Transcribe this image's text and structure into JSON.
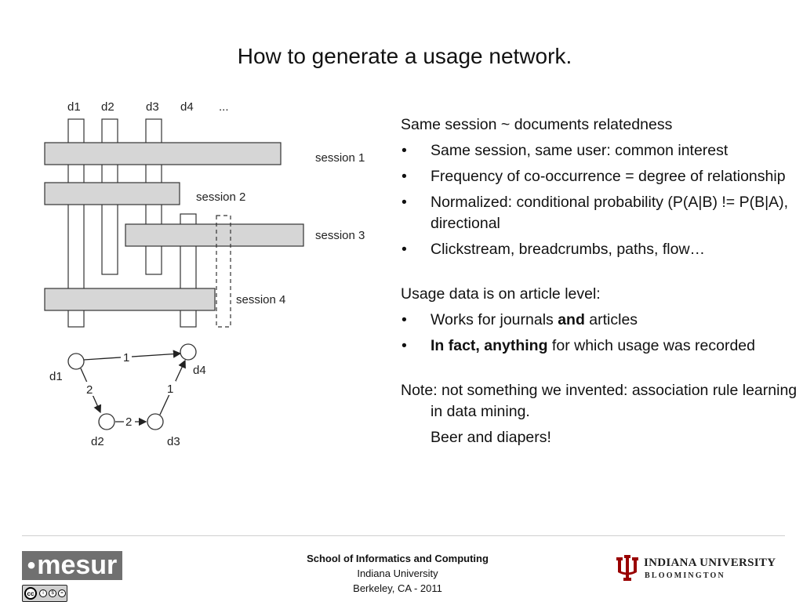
{
  "slide": {
    "title": "How to generate a usage network."
  },
  "diagram": {
    "doc_labels": [
      "d1",
      "d2",
      "d3",
      "d4",
      "..."
    ],
    "session_labels": [
      "session 1",
      "session 2",
      "session 3",
      "session 4"
    ],
    "network": {
      "nodes": [
        "d1",
        "d2",
        "d3",
        "d4"
      ],
      "edges": [
        {
          "from": "d1",
          "to": "d4",
          "weight": "1"
        },
        {
          "from": "d1",
          "to": "d2",
          "weight": "2"
        },
        {
          "from": "d2",
          "to": "d3",
          "weight": "2"
        },
        {
          "from": "d3",
          "to": "d4",
          "weight": "1"
        }
      ]
    }
  },
  "content": {
    "heading1": "Same session ~ documents relatedness",
    "bullets1": [
      "Same session, same user: common interest",
      "Frequency of co-occurrence = degree of relationship",
      "Normalized: conditional probability (P(A|B) != P(B|A), directional",
      "Clickstream, breadcrumbs, paths, flow…"
    ],
    "heading2": "Usage data is on article level:",
    "bullet_journals": {
      "pre": "Works for journals ",
      "bold": "and",
      "post": " articles"
    },
    "bullet_anything": {
      "bold": "In fact, anything",
      "post": " for which usage was recorded"
    },
    "note": "Note: not something we invented: association rule learning in data mining.",
    "note2": "Beer and diapers!"
  },
  "footer": {
    "school": "School of Informatics and Computing",
    "university": "Indiana University",
    "location": "Berkeley, CA - 2011",
    "mesur_logo": "mesur",
    "iu_name": "INDIANA UNIVERSITY",
    "iu_campus": "BLOOMINGTON",
    "license_icon": "cc-by-nc-nd-icon"
  }
}
